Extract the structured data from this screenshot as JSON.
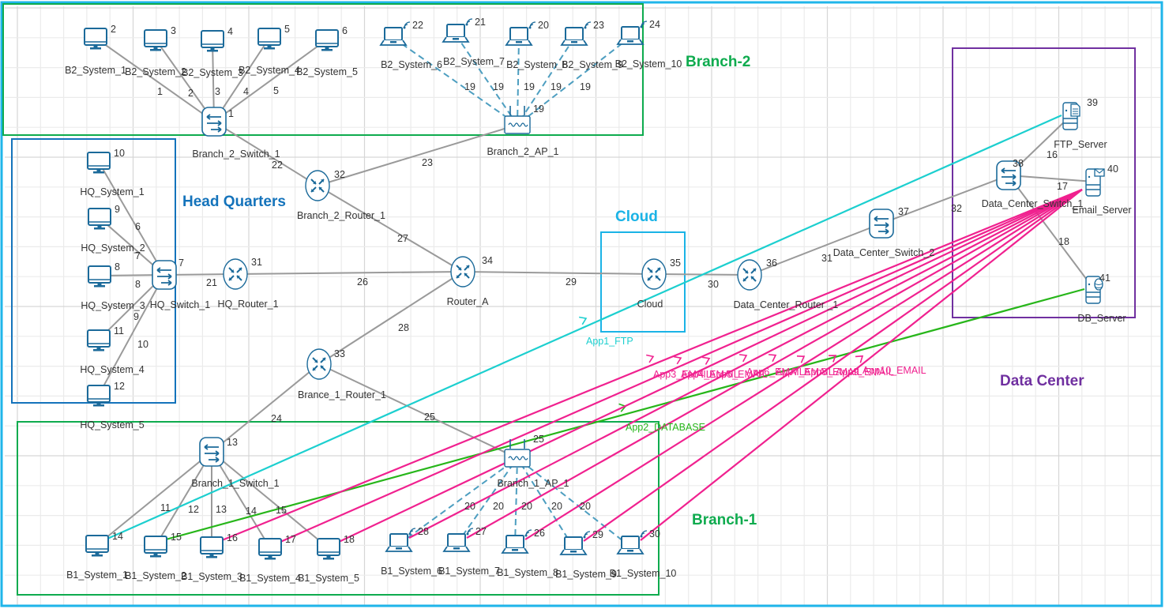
{
  "colors": {
    "grid_minor": "#ebebeb",
    "grid_major": "#d6d6d6",
    "outer_border": "#1fb5ea",
    "device": "#1b6a9a",
    "device_fill": "#ffffff",
    "wired_link": "#9a9a9a",
    "wireless_link": "#4d9ec0",
    "ftp_flow": "#1ccfcf",
    "email_flow": "#f0218f",
    "db_flow": "#27b61a"
  },
  "regions": [
    {
      "id": "branch-2",
      "title": "Branch-2",
      "color": "#0eab4e"
    },
    {
      "id": "head-quarters",
      "title": "Head Quarters",
      "color": "#1473bb"
    },
    {
      "id": "cloud",
      "title": "Cloud",
      "color": "#1ab3e6"
    },
    {
      "id": "data-center",
      "title": "Data Center",
      "color": "#7030a0"
    },
    {
      "id": "branch-1",
      "title": "Branch-1",
      "color": "#0eab4e"
    }
  ],
  "nodes": [
    {
      "id": 1,
      "name": "Branch_2_Switch_1",
      "type": "switch"
    },
    {
      "id": 2,
      "name": "B2_System_1",
      "type": "desktop"
    },
    {
      "id": 3,
      "name": "B2_System_2",
      "type": "desktop"
    },
    {
      "id": 4,
      "name": "B2_System_3",
      "type": "desktop"
    },
    {
      "id": 5,
      "name": "B2_System_4",
      "type": "desktop"
    },
    {
      "id": 6,
      "name": "B2_System_5",
      "type": "desktop"
    },
    {
      "id": 7,
      "name": "HQ_Switch_1",
      "type": "switch"
    },
    {
      "id": 8,
      "name": "HQ_System_3",
      "type": "desktop"
    },
    {
      "id": 9,
      "name": "HQ_System_2",
      "type": "desktop"
    },
    {
      "id": 10,
      "name": "HQ_System_1",
      "type": "desktop"
    },
    {
      "id": 11,
      "name": "HQ_System_4",
      "type": "desktop"
    },
    {
      "id": 12,
      "name": "HQ_System_5",
      "type": "desktop"
    },
    {
      "id": 13,
      "name": "Branch_1_Switch_1",
      "type": "switch"
    },
    {
      "id": 14,
      "name": "B1_System_1",
      "type": "desktop"
    },
    {
      "id": 15,
      "name": "B1_System_2",
      "type": "desktop"
    },
    {
      "id": 16,
      "name": "B1_System_3",
      "type": "desktop"
    },
    {
      "id": 17,
      "name": "B1_System_4",
      "type": "desktop"
    },
    {
      "id": 18,
      "name": "B1_System_5",
      "type": "desktop"
    },
    {
      "id": 19,
      "name": "Branch_2_AP_1",
      "type": "ap"
    },
    {
      "id": 20,
      "name": "B2_System_8",
      "type": "laptop"
    },
    {
      "id": 21,
      "name": "B2_System_7",
      "type": "laptop"
    },
    {
      "id": 22,
      "name": "B2_System_6",
      "type": "laptop"
    },
    {
      "id": 23,
      "name": "B2_System_9",
      "type": "laptop"
    },
    {
      "id": 24,
      "name": "B2_System_10",
      "type": "laptop"
    },
    {
      "id": 25,
      "name": "Branch_1_AP_1",
      "type": "ap"
    },
    {
      "id": 26,
      "name": "B1_System_8",
      "type": "laptop"
    },
    {
      "id": 27,
      "name": "B1_System_7",
      "type": "laptop"
    },
    {
      "id": 28,
      "name": "B1_System_6",
      "type": "laptop"
    },
    {
      "id": 29,
      "name": "B1_System_9",
      "type": "laptop"
    },
    {
      "id": 30,
      "name": "B1_System_10",
      "type": "laptop"
    },
    {
      "id": 31,
      "name": "HQ_Router_1",
      "type": "router"
    },
    {
      "id": 32,
      "name": "Branch_2_Router_1",
      "type": "router"
    },
    {
      "id": 33,
      "name": "Brance_1_Router_1",
      "type": "router"
    },
    {
      "id": 34,
      "name": "Router_A",
      "type": "router"
    },
    {
      "id": 35,
      "name": "Cloud",
      "type": "router"
    },
    {
      "id": 36,
      "name": "Data_Center_Router _1",
      "type": "router"
    },
    {
      "id": 37,
      "name": "Data_Center_Switch_2",
      "type": "switch"
    },
    {
      "id": 38,
      "name": "Data_Center_Switch_1",
      "type": "switch"
    },
    {
      "id": 39,
      "name": "FTP_Server",
      "type": "ftp-server"
    },
    {
      "id": 40,
      "name": "Email_Server",
      "type": "email-server"
    },
    {
      "id": 41,
      "name": "DB_Server",
      "type": "db-server"
    }
  ],
  "links": [
    {
      "id": "1",
      "from": 2,
      "to": 1,
      "medium": "wired"
    },
    {
      "id": "2",
      "from": 3,
      "to": 1,
      "medium": "wired"
    },
    {
      "id": "3",
      "from": 4,
      "to": 1,
      "medium": "wired"
    },
    {
      "id": "4",
      "from": 5,
      "to": 1,
      "medium": "wired"
    },
    {
      "id": "5",
      "from": 6,
      "to": 1,
      "medium": "wired"
    },
    {
      "id": "6",
      "from": 10,
      "to": 7,
      "medium": "wired"
    },
    {
      "id": "7",
      "from": 9,
      "to": 7,
      "medium": "wired"
    },
    {
      "id": "8",
      "from": 8,
      "to": 7,
      "medium": "wired"
    },
    {
      "id": "9",
      "from": 11,
      "to": 7,
      "medium": "wired"
    },
    {
      "id": "10",
      "from": 12,
      "to": 7,
      "medium": "wired"
    },
    {
      "id": "11",
      "from": 14,
      "to": 13,
      "medium": "wired"
    },
    {
      "id": "12",
      "from": 15,
      "to": 13,
      "medium": "wired"
    },
    {
      "id": "13",
      "from": 16,
      "to": 13,
      "medium": "wired"
    },
    {
      "id": "14",
      "from": 17,
      "to": 13,
      "medium": "wired"
    },
    {
      "id": "15",
      "from": 18,
      "to": 13,
      "medium": "wired"
    },
    {
      "id": "16",
      "from": 38,
      "to": 39,
      "medium": "wired"
    },
    {
      "id": "17",
      "from": 38,
      "to": 40,
      "medium": "wired"
    },
    {
      "id": "18",
      "from": 38,
      "to": 41,
      "medium": "wired"
    },
    {
      "id": "19",
      "from": 22,
      "to": 19,
      "medium": "wireless"
    },
    {
      "id": "19",
      "from": 21,
      "to": 19,
      "medium": "wireless"
    },
    {
      "id": "19",
      "from": 20,
      "to": 19,
      "medium": "wireless"
    },
    {
      "id": "19",
      "from": 23,
      "to": 19,
      "medium": "wireless"
    },
    {
      "id": "19",
      "from": 24,
      "to": 19,
      "medium": "wireless"
    },
    {
      "id": "20",
      "from": 28,
      "to": 25,
      "medium": "wireless"
    },
    {
      "id": "20",
      "from": 27,
      "to": 25,
      "medium": "wireless"
    },
    {
      "id": "20",
      "from": 26,
      "to": 25,
      "medium": "wireless"
    },
    {
      "id": "20",
      "from": 29,
      "to": 25,
      "medium": "wireless"
    },
    {
      "id": "20",
      "from": 30,
      "to": 25,
      "medium": "wireless"
    },
    {
      "id": "21",
      "from": 7,
      "to": 31,
      "medium": "wired"
    },
    {
      "id": "22",
      "from": 1,
      "to": 32,
      "medium": "wired"
    },
    {
      "id": "23",
      "from": 19,
      "to": 32,
      "medium": "wired"
    },
    {
      "id": "24",
      "from": 13,
      "to": 33,
      "medium": "wired"
    },
    {
      "id": "25",
      "from": 25,
      "to": 33,
      "medium": "wired"
    },
    {
      "id": "26",
      "from": 31,
      "to": 34,
      "medium": "wired"
    },
    {
      "id": "27",
      "from": 32,
      "to": 34,
      "medium": "wired"
    },
    {
      "id": "28",
      "from": 33,
      "to": 34,
      "medium": "wired"
    },
    {
      "id": "29",
      "from": 34,
      "to": 35,
      "medium": "wired"
    },
    {
      "id": "30",
      "from": 35,
      "to": 36,
      "medium": "wired"
    },
    {
      "id": "31",
      "from": 36,
      "to": 37,
      "medium": "wired"
    },
    {
      "id": "32",
      "from": 37,
      "to": 38,
      "medium": "wired"
    }
  ],
  "applications": [
    {
      "name": "App1_FTP",
      "from": 14,
      "to": 39,
      "kind": "ftp"
    },
    {
      "name": "App2_DATABASE",
      "from": 15,
      "to": 41,
      "kind": "db"
    },
    {
      "name": "App3_EMAIL",
      "from": 16,
      "to": 40,
      "kind": "email"
    },
    {
      "name": "App4_EMAIL",
      "from": 17,
      "to": 40,
      "kind": "email"
    },
    {
      "name": "App5_EMAIL",
      "from": 18,
      "to": 40,
      "kind": "email"
    },
    {
      "name": "App6_EMAIL",
      "from": 28,
      "to": 40,
      "kind": "email"
    },
    {
      "name": "App7_EMAIL",
      "from": 27,
      "to": 40,
      "kind": "email"
    },
    {
      "name": "App8_EMAIL",
      "from": 26,
      "to": 40,
      "kind": "email"
    },
    {
      "name": "App9_EMAIL",
      "from": 29,
      "to": 40,
      "kind": "email"
    },
    {
      "name": "App10_EMAIL",
      "from": 30,
      "to": 40,
      "kind": "email"
    }
  ]
}
